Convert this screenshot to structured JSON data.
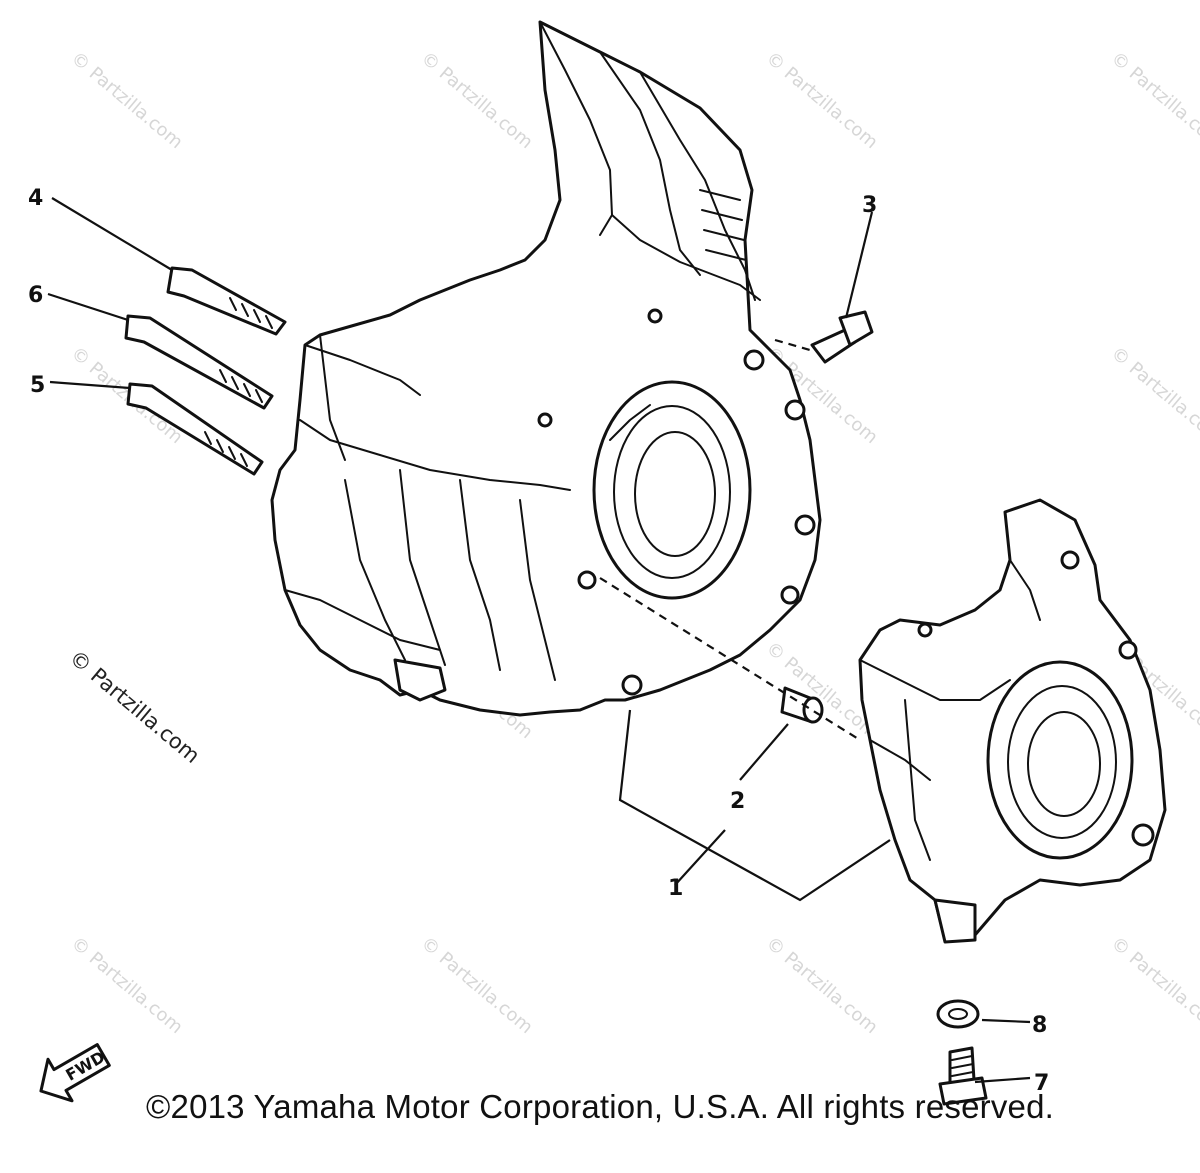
{
  "copyright": "©2013 Yamaha Motor Corporation, U.S.A. All rights reserved.",
  "watermark": "© Partzilla.com",
  "fwd_label": "FWD",
  "callouts": {
    "c1": "1",
    "c2": "2",
    "c3": "3",
    "c4": "4",
    "c5": "5",
    "c6": "6",
    "c7": "7",
    "c8": "8"
  },
  "colors": {
    "line": "#111111",
    "watermark": "#d6d6d6",
    "background": "#ffffff"
  }
}
